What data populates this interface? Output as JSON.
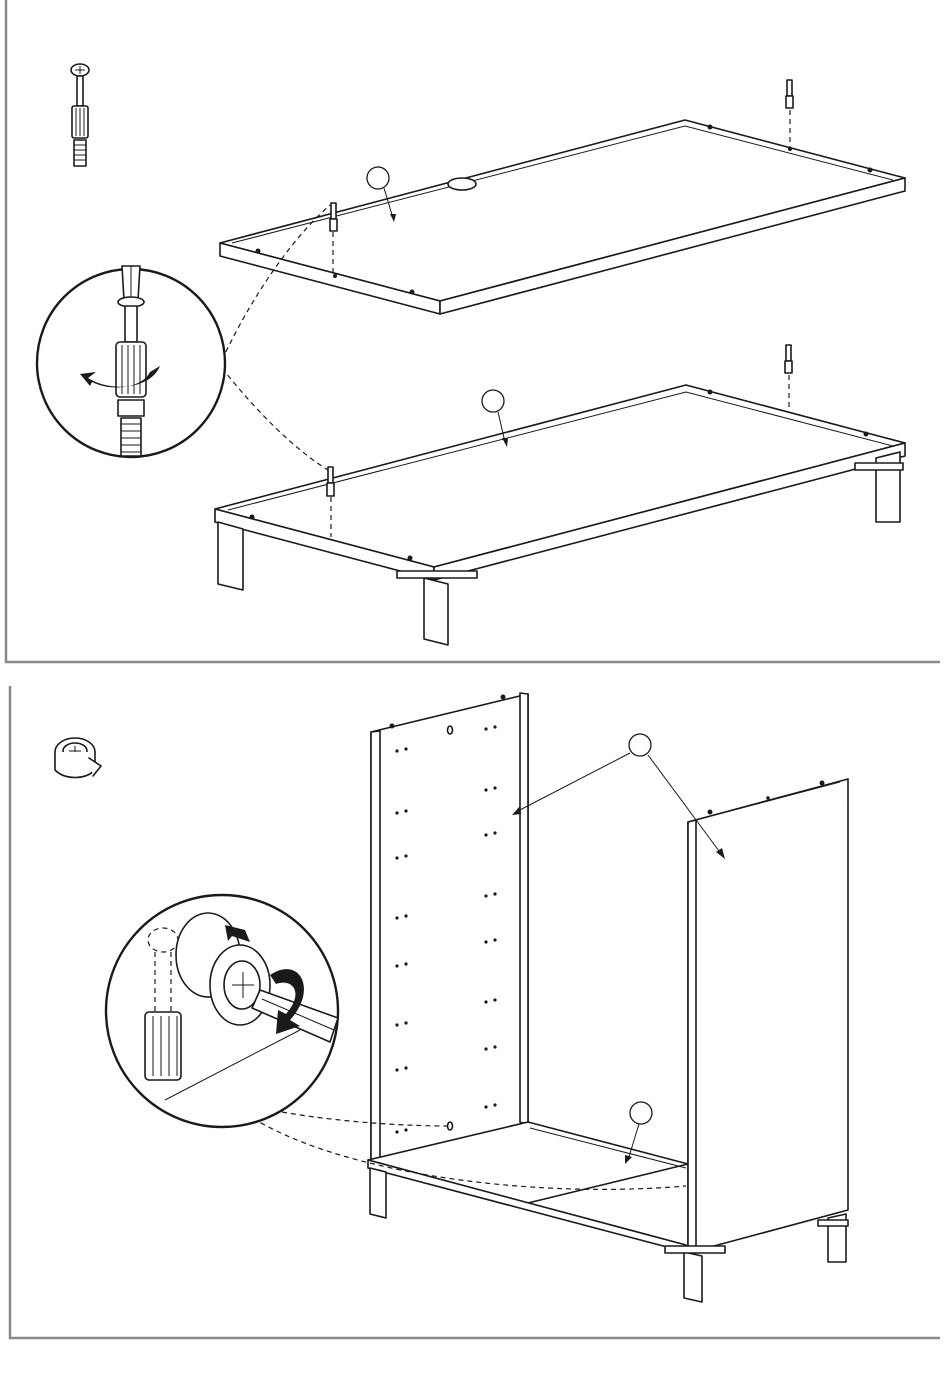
{
  "document": {
    "type": "assembly-instructions",
    "steps": [
      {
        "hardware": [
          "dowel-screw-icon"
        ],
        "callouts": [
          {
            "label": ""
          },
          {
            "label": ""
          }
        ],
        "detail": "screwdriver-twist-detail"
      },
      {
        "hardware": [
          "cam-lock-icon"
        ],
        "callouts": [
          {
            "label": ""
          },
          {
            "label": ""
          }
        ],
        "detail": "cam-lock-tighten-detail"
      }
    ]
  },
  "colors": {
    "line": "#1a1a1a",
    "frame": "#8a8a8a",
    "background": "#ffffff",
    "accent": "#1a1a1a"
  }
}
